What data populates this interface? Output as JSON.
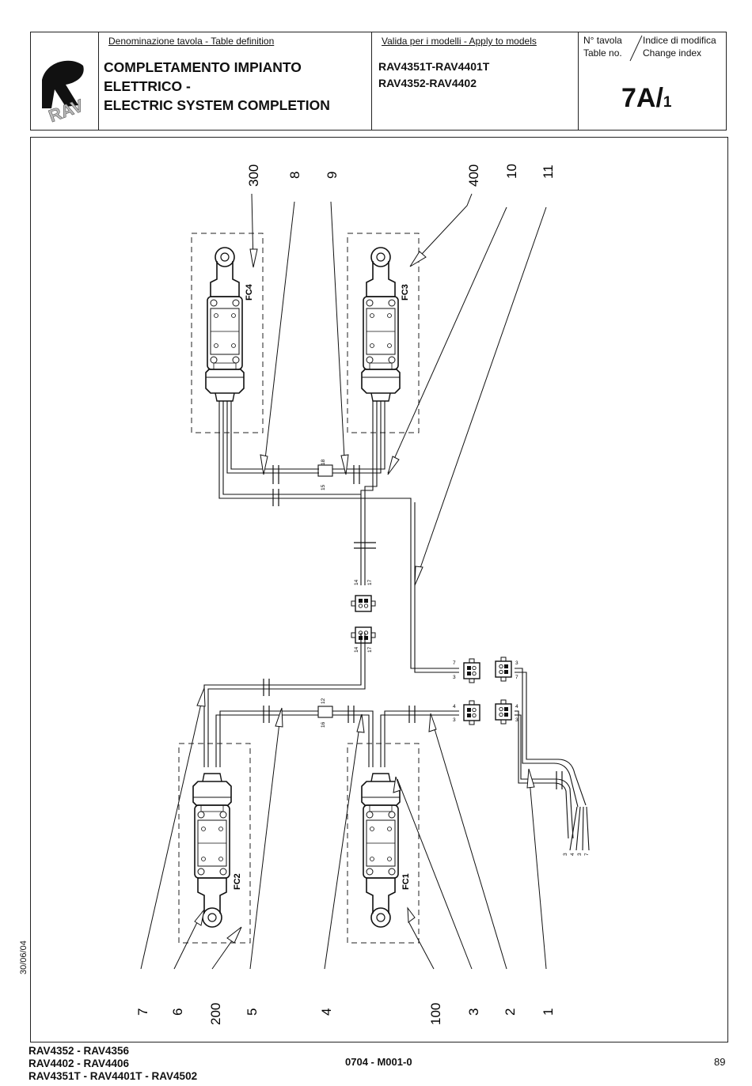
{
  "header": {
    "logo_text": "RAV",
    "def_label": "Denominazione tavola - Table definition",
    "title_lines": [
      "COMPLETAMENTO IMPIANTO",
      "ELETTRICO -",
      "ELECTRIC SYSTEM COMPLETION"
    ],
    "models_label": "Valida per i modelli - Apply to models",
    "models_lines": [
      "RAV4351T-RAV4401T",
      "RAV4352-RAV4402"
    ],
    "table_no_label_1": "N° tavola",
    "table_no_label_2": "Table no.",
    "change_label_1": "Indice di modifica",
    "change_label_2": "Change index",
    "sheet_number": "7A/",
    "change_index": "1"
  },
  "diagram": {
    "top_labels": [
      "300",
      "8",
      "9",
      "400",
      "10",
      "11"
    ],
    "bottom_labels": [
      "7",
      "6",
      "200",
      "5",
      "4",
      "100",
      "3",
      "2",
      "1"
    ],
    "switch_labels": [
      "FC4",
      "FC3",
      "FC2",
      "FC1"
    ],
    "connector_numbers": [
      "18",
      "15",
      "14",
      "17",
      "12",
      "16",
      "7",
      "3",
      "4"
    ],
    "cable_end_labels": [
      "3",
      "4",
      "3",
      "7"
    ]
  },
  "footer": {
    "date": "30/06/04",
    "models_lines": [
      "RAV4352 - RAV4356",
      "RAV4402 - RAV4406",
      "RAV4351T - RAV4401T - RAV4502"
    ],
    "code": "0704 - M001-0",
    "page": "89"
  }
}
